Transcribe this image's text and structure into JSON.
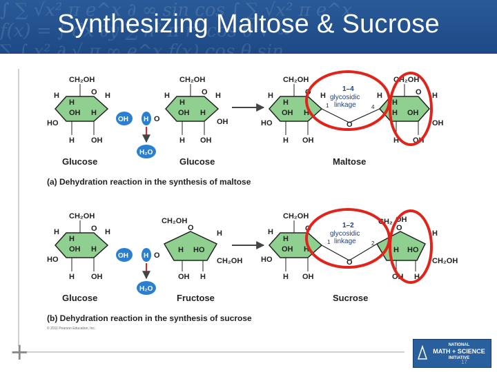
{
  "slide": {
    "title": "Synthesizing Maltose & Sucrose",
    "watermark_lines": [
      "∫ ∑ √x² π e^x ∂ ∞ sin cos ∫ ∑ √x² π e^x",
      "  f(x) = ∫ dx ∂y ∑ n² π r²  cos θ  √ ∞",
      "∑ ∫ x² ∂ √ π ∞ e^x  f(x)  cos θ sin"
    ]
  },
  "diagram_a": {
    "molecule1": {
      "ch2oh": "CH₂OH",
      "ring_o": "O",
      "h_ul": "H",
      "h_ur": "H",
      "h_il": "H",
      "oh_in": "OH",
      "h_in": "H",
      "ho_left": "HO",
      "h_bot": "H",
      "oh_bot": "OH",
      "name": "Glucose"
    },
    "molecule2": {
      "ch2oh": "CH₂OH",
      "ring_o": "O",
      "h_ul": "H",
      "h_ur": "H",
      "h_il": "H",
      "oh_in": "OH",
      "h_in": "H",
      "ho_left": "O",
      "oh_right": "OH",
      "h_bot": "H",
      "oh_bot": "OH",
      "name": "Glucose"
    },
    "leaving_oh": "OH",
    "leaving_h": "H",
    "water": "H₂O",
    "product": {
      "ch2oh_left": "CH₂OH",
      "ch2oh_right": "CH₂OH",
      "o_left": "O",
      "o_right": "O",
      "o_bridge": "O",
      "linkage_label": "1–4",
      "linkage_text1": "glycosidic",
      "linkage_text2": "linkage",
      "num_1": "1",
      "num_4": "4",
      "h_ul": "H",
      "h_ur": "H",
      "h_il": "H",
      "oh_in": "OH",
      "h_in": "H",
      "ho_left": "HO",
      "h_bl": "H",
      "oh_bl": "OH",
      "h_ul2": "H",
      "h_ur2": "H",
      "h_il2": "H",
      "oh_in2": "OH",
      "h_in2": "H",
      "oh_right": "OH",
      "h_br": "H",
      "oh_br": "OH",
      "name": "Maltose"
    },
    "caption": "(a) Dehydration reaction in the synthesis of maltose"
  },
  "diagram_b": {
    "molecule1": {
      "ch2oh": "CH₂OH",
      "ring_o": "O",
      "h_ul": "H",
      "h_ur": "H",
      "h_il": "H",
      "oh_in": "OH",
      "h_in": "H",
      "ho_left": "HO",
      "h_bot": "H",
      "oh_bot": "OH",
      "name": "Glucose"
    },
    "molecule2": {
      "ch2oh": "CH₂OH",
      "ring_o": "O",
      "h_ur": "H",
      "h_in": "H",
      "ho_in": "HO",
      "ho_left": "O",
      "ch2oh_right": "CH₂OH",
      "oh_bot": "OH",
      "h_bot": "H",
      "name": "Fructose"
    },
    "leaving_oh": "OH",
    "leaving_h": "H",
    "water": "H₂O",
    "product": {
      "ch2oh_left": "CH₂OH",
      "ch2oh_right": "CH₂",
      "ch2oh_right_oh": "OH",
      "o_left": "O",
      "o_right": "O",
      "o_bridge": "O",
      "linkage_label": "1–2",
      "linkage_text1": "glycosidic",
      "linkage_text2": "linkage",
      "num_1": "1",
      "num_2": "2",
      "h_ul": "H",
      "h_il": "H",
      "oh_in": "OH",
      "h_in": "H",
      "ho_left": "HO",
      "h_bl": "H",
      "oh_bl": "OH",
      "h_ur2": "H",
      "h_in2": "H",
      "ho_in2": "HO",
      "ch2oh_far": "CH₂OH",
      "oh_br": "OH",
      "h_br": "H",
      "name": "Sucrose"
    },
    "caption": "(b) Dehydration reaction in the synthesis of sucrose"
  },
  "copyright": "© 2011 Pearson Education, Inc.",
  "logo": {
    "line1": "NATIONAL",
    "line2": "MATH + SCIENCE",
    "line3": "INITIATIVE"
  },
  "slide_number": "17",
  "colors": {
    "header": "#1f4e8c",
    "ring_fill": "#8fcf8f",
    "ring_stroke": "#222222",
    "leaving_group": "#2b7fd0",
    "highlight_circle": "#e0241b",
    "linkage_label": "#1a3f8a"
  }
}
